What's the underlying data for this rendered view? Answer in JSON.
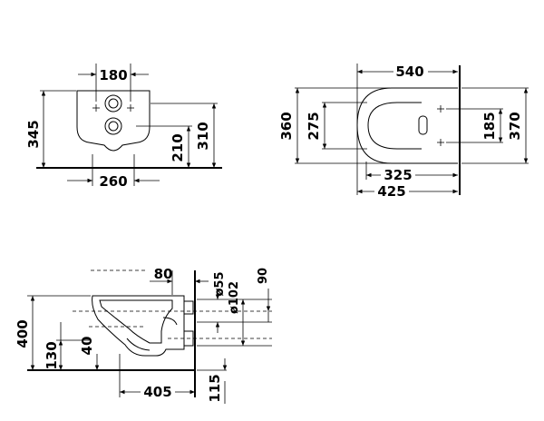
{
  "front_view": {
    "d180": "180",
    "d345": "345",
    "d210": "210",
    "d310": "310",
    "d260": "260"
  },
  "top_view": {
    "d540": "540",
    "d360": "360",
    "d275": "275",
    "d185": "185",
    "d370": "370",
    "d325": "325",
    "d425": "425"
  },
  "side_view": {
    "d80": "80",
    "d55": "ø55",
    "d102": "ø102",
    "d90": "90",
    "d400": "400",
    "d130": "130",
    "d40": "40",
    "d405": "405",
    "d115": "115"
  }
}
